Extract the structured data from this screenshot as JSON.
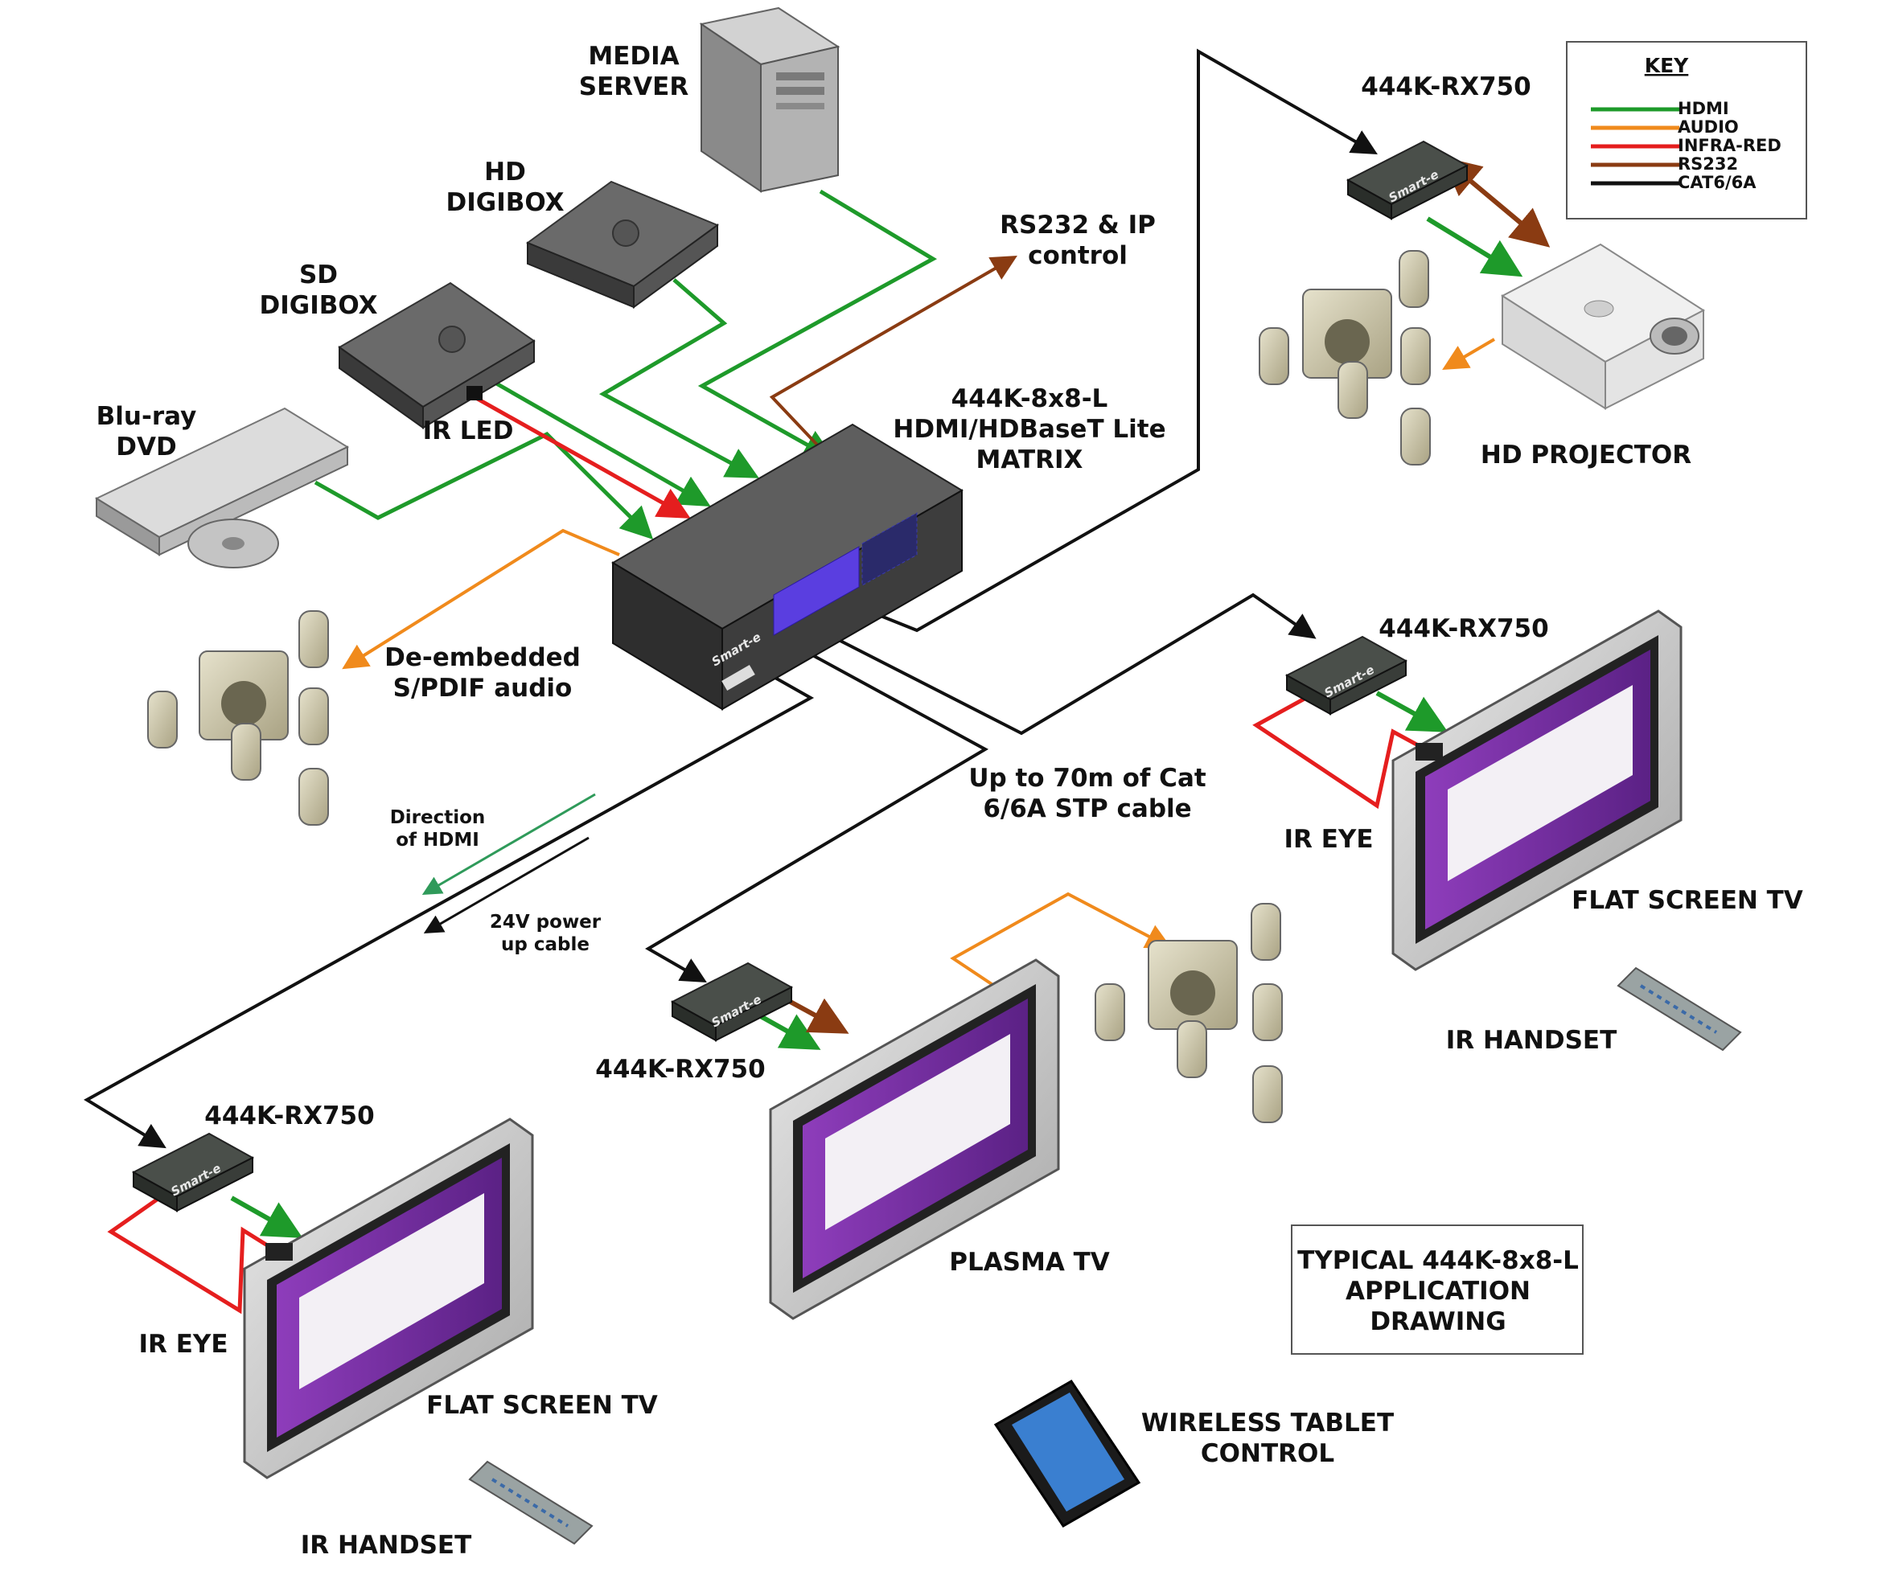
{
  "labels": {
    "media_server": [
      "MEDIA",
      "SERVER"
    ],
    "hd_digibox": [
      "HD",
      "DIGIBOX"
    ],
    "sd_digibox": [
      "SD",
      "DIGIBOX"
    ],
    "bluray": [
      "Blu-ray",
      "DVD"
    ],
    "ir_led": "IR LED",
    "rs232_ip": [
      "RS232 & IP",
      "control"
    ],
    "matrix": [
      "444K-8x8-L",
      "HDMI/HDBaseT Lite",
      "MATRIX"
    ],
    "deembedded": [
      "De-embedded",
      "S/PDIF audio"
    ],
    "direction": [
      "Direction",
      "of HDMI"
    ],
    "power": [
      "24V power",
      "up cable"
    ],
    "cat6": [
      "Up to 70m of Cat",
      "6/6A STP cable"
    ],
    "rx_projector": "444K-RX750",
    "rx_right": "444K-RX750",
    "rx_mid": "444K-RX750",
    "rx_left": "444K-RX750",
    "hd_projector": "HD PROJECTOR",
    "ir_eye_right": "IR EYE",
    "ir_eye_left": "IR EYE",
    "flat_tv_right": "FLAT SCREEN TV",
    "flat_tv_left": "FLAT SCREEN TV",
    "plasma_tv": "PLASMA TV",
    "ir_handset_right": "IR HANDSET",
    "ir_handset_left": "IR HANDSET",
    "tablet": [
      "WIRELESS TABLET",
      "CONTROL"
    ],
    "typical": [
      "TYPICAL 444K-8x8-L",
      "APPLICATION",
      "DRAWING"
    ],
    "brand": "Smart-e"
  },
  "key": {
    "title": "KEY",
    "items": [
      {
        "label": "HDMI",
        "color": "#1e9a2a"
      },
      {
        "label": "AUDIO",
        "color": "#f08a1c"
      },
      {
        "label": "INFRA-RED",
        "color": "#e51e1e"
      },
      {
        "label": "RS232",
        "color": "#8a3b12"
      },
      {
        "label": "CAT6/6A",
        "color": "#111111"
      }
    ]
  },
  "colors": {
    "hdmi": "#1e9a2a",
    "audio": "#f08a1c",
    "ir": "#e51e1e",
    "rs232": "#8a3b12",
    "cat": "#111111",
    "screen_purple": "#7d3aa6",
    "matrix_led": "#5a3ee0"
  }
}
